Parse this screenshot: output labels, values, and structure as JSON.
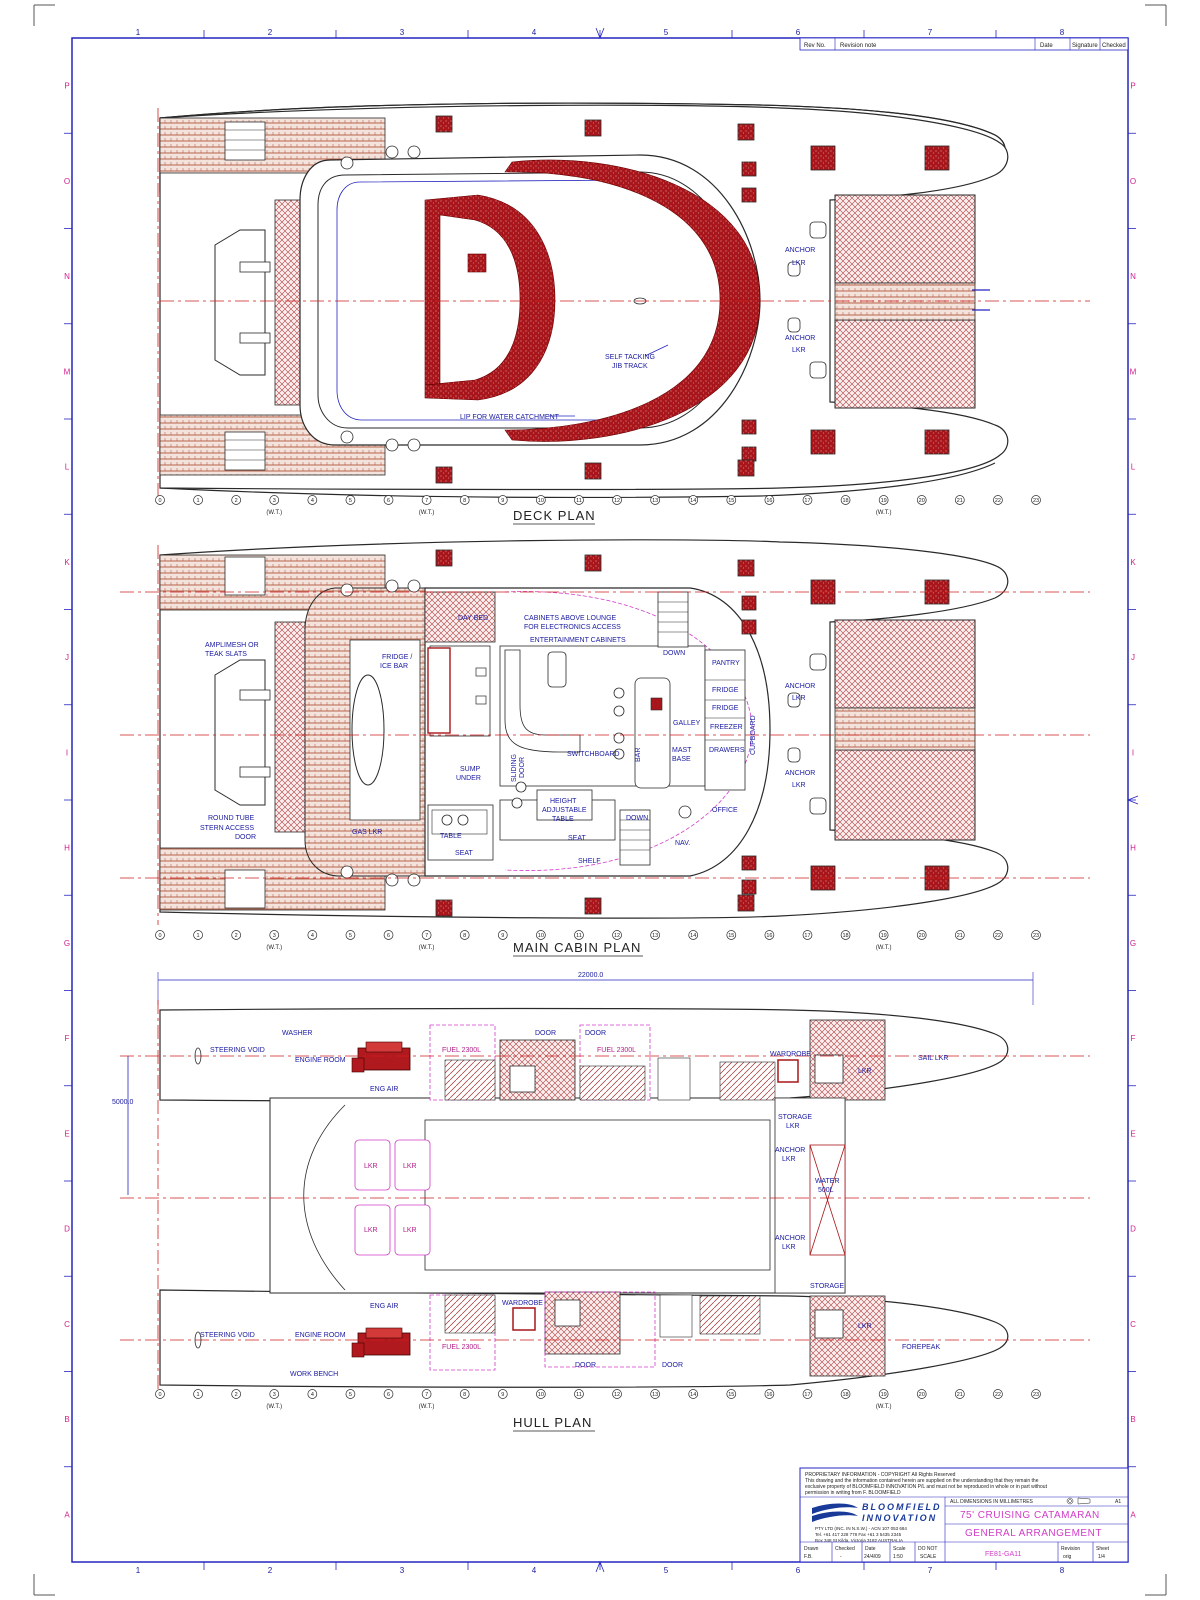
{
  "sheet": {
    "col_numbers": [
      "1",
      "2",
      "3",
      "4",
      "5",
      "6",
      "7",
      "8"
    ],
    "row_letters": [
      "P",
      "O",
      "N",
      "M",
      "L",
      "K",
      "J",
      "I",
      "H",
      "G",
      "F",
      "E",
      "D",
      "C",
      "B",
      "A"
    ],
    "revision_header": [
      "Rev No.",
      "Revision note",
      "Date",
      "Signature",
      "Checked"
    ]
  },
  "frames": [
    "0",
    "1",
    "2",
    "3",
    "4",
    "5",
    "6",
    "7",
    "8",
    "9",
    "10",
    "11",
    "12",
    "13",
    "14",
    "15",
    "16",
    "17",
    "18",
    "19",
    "20",
    "21",
    "22",
    "23"
  ],
  "wt_label": "(W.T.)",
  "deck_plan": {
    "title": "DECK PLAN",
    "labels": {
      "anchor_lkr_top": "ANCHOR",
      "anchor_lkr_top2": "LKR",
      "anchor_lkr_bot": "ANCHOR",
      "anchor_lkr_bot2": "LKR",
      "jib_track_1": "SELF TACKING",
      "jib_track_2": "JIB TRACK",
      "lip": "LIP FOR WATER CATCHMENT"
    }
  },
  "main_cabin_plan": {
    "title": "MAIN CABIN PLAN",
    "labels": {
      "amplimesh_1": "AMPLIMESH OR",
      "amplimesh_2": "TEAK SLATS",
      "round_tube": "ROUND TUBE",
      "stern_access_1": "STERN ACCESS",
      "stern_access_2": "DOOR",
      "fridge_bar_1": "FRIDGE /",
      "fridge_bar_2": "ICE BAR",
      "day_bed": "DAY BED",
      "cabinets_1": "CABINETS ABOVE LOUNGE",
      "cabinets_2": "FOR ELECTRONICS ACCESS",
      "entertainment": "ENTERTAINMENT CABINETS",
      "down_top": "DOWN",
      "pantry": "PANTRY",
      "fridge1": "FRIDGE",
      "fridge2": "FRIDGE",
      "freezer": "FREEZER",
      "drawers": "DRAWERS",
      "cupboard": "CUPBOARD",
      "galley": "GALLEY",
      "mast_base_1": "MAST",
      "mast_base_2": "BASE",
      "bar": "BAR",
      "switchboard": "SWITCHBOARD",
      "sliding_door_1": "SLIDING",
      "sliding_door_2": "DOOR",
      "sump_1": "SUMP",
      "sump_2": "UNDER",
      "gas_lkr": "GAS LKR",
      "table": "TABLE",
      "seat_left": "SEAT",
      "height_table_1": "HEIGHT",
      "height_table_2": "ADJUSTABLE",
      "height_table_3": "TABLE",
      "seat_mid": "SEAT",
      "shelf": "SHELF",
      "down_bot": "DOWN",
      "office": "OFFICE",
      "nav": "NAV.",
      "anchor_1a": "ANCHOR",
      "anchor_1b": "LKR",
      "anchor_2a": "ANCHOR",
      "anchor_2b": "LKR"
    }
  },
  "hull_plan": {
    "title": "HULL PLAN",
    "dim_length": "22000.0",
    "dim_beam": "5000.0",
    "labels": {
      "washer": "WASHER",
      "steering_void_top": "STEERING VOID",
      "engine_room_top": "ENGINE ROOM",
      "eng_air_top": "ENG AIR",
      "fuel_top_left": "FUEL 2300L",
      "door_top1": "DOOR",
      "door_top2": "DOOR",
      "fuel_top_right": "FUEL 2300L",
      "wardrobe_top": "WARDROBE",
      "lkr_top_fwd": "LKR",
      "sail_lkr": "SAIL LKR",
      "storage_lkr_1": "STORAGE",
      "storage_lkr_2": "LKR",
      "anchor_lkr_a1": "ANCHOR",
      "anchor_lkr_a2": "LKR",
      "water_1": "WATER",
      "water_2": "500L",
      "anchor_lkr_b1": "ANCHOR",
      "anchor_lkr_b2": "LKR",
      "storage_bot": "STORAGE",
      "lkr1": "LKR",
      "lkr2": "LKR",
      "lkr3": "LKR",
      "lkr4": "LKR",
      "eng_air_bot": "ENG AIR",
      "steering_void_bot": "STEERING VOID",
      "engine_room_bot": "ENGINE ROOM",
      "wardrobe_bot": "WARDROBE",
      "fuel_bot": "FUEL 2300L",
      "door_bot1": "DOOR",
      "door_bot2": "DOOR",
      "lkr_bot_fwd": "LKR",
      "forepeak": "FOREPEAK",
      "work_bench": "WORK BENCH"
    }
  },
  "title_block": {
    "proprietary_1": "PROPRIETARY INFORMATION - COPYRIGHT  All Rights Reserved",
    "proprietary_2": "This drawing and the information contained herein are supplied on the understanding that they remain the",
    "proprietary_3": "exclusive property of BLOOMFIELD INNOVATION P/L and must not be reproduced in whole or in part without",
    "proprietary_4": "permission in writing from F. BLOOMFIELD",
    "company_1": "BLOOMFIELD",
    "company_2": "INNOVATION",
    "company_3": "PTY LTD (INC. IN N.S.W.) - ACN 107 053 684",
    "company_4": "Tel. +61 417 228 778  Fax +61 3 5435 2345",
    "company_5": "Box 348 St Kilda, Victoria 3182 AUSTRALIA",
    "dims_note": "ALL DIMENSIONS IN MILLIMETRES",
    "size": "A1",
    "project": "75' CRUISING CATAMARAN",
    "drawing_title": "GENERAL ARRANGEMENT",
    "drawn_label": "Drawn",
    "drawn_value": "F.B.",
    "checked_label": "Checked",
    "checked_value": "-",
    "date_label": "Date",
    "date_value": "24/4/09",
    "scale_label": "Scale",
    "scale_value": "1:50",
    "scale_note_1": "DO NOT",
    "scale_note_2": "SCALE",
    "drawing_no": "FE81-GA11",
    "revision_label": "Revision",
    "revision_value": "orig",
    "sheet_label": "Sheet",
    "sheet_value": "1/4"
  },
  "colors": {
    "outline": "#2a2a2a",
    "border": "#2525c0",
    "centerline": "#d01e1e",
    "pink": "#d23cc8",
    "teak": "#b7654c",
    "padding": "#a8151a"
  }
}
